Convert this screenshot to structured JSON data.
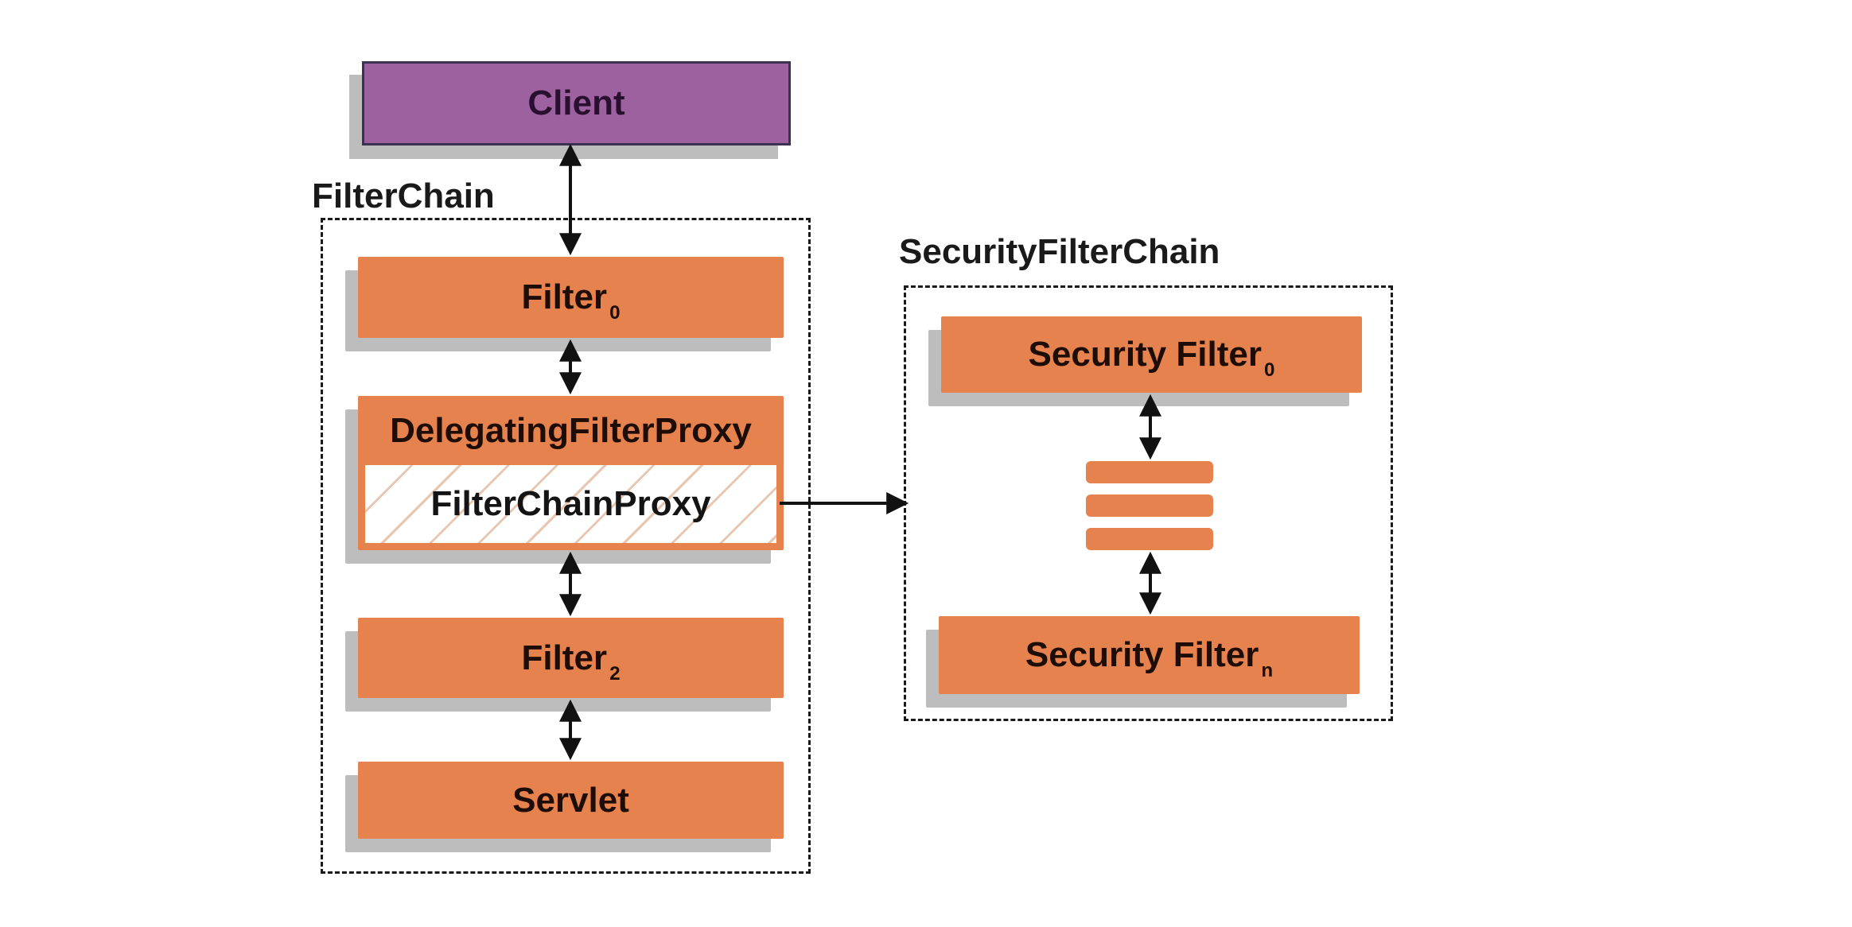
{
  "client": {
    "label": "Client"
  },
  "filter_chain": {
    "title": "FilterChain",
    "nodes": {
      "filter0": {
        "text": "Filter",
        "sub": "0"
      },
      "delegating_filter_proxy": {
        "label": "DelegatingFilterProxy"
      },
      "filter_chain_proxy": {
        "label": "FilterChainProxy"
      },
      "filter2": {
        "text": "Filter",
        "sub": "2"
      },
      "servlet": {
        "label": "Servlet"
      }
    }
  },
  "security_filter_chain": {
    "title": "SecurityFilterChain",
    "nodes": {
      "security_filter0": {
        "text": "Security Filter",
        "sub": "0"
      },
      "ellipsis_bars": {
        "count": 3
      },
      "security_filtern": {
        "text": "Security Filter",
        "sub": "n"
      }
    }
  },
  "connectors": [
    {
      "from": "client",
      "to": "filter0",
      "bidirectional": true
    },
    {
      "from": "filter0",
      "to": "delegating-filter-proxy",
      "bidirectional": true
    },
    {
      "from": "delegating-filter-proxy",
      "to": "filter2",
      "bidirectional": true
    },
    {
      "from": "filter2",
      "to": "servlet",
      "bidirectional": true
    },
    {
      "from": "filter-chain-proxy",
      "to": "security-filter-chain",
      "bidirectional": false
    },
    {
      "from": "security-filter0",
      "to": "ellipsis-bars",
      "bidirectional": true
    },
    {
      "from": "ellipsis-bars",
      "to": "security-filtern",
      "bidirectional": true
    }
  ],
  "colors": {
    "box_orange": "#e5824e",
    "client_purple": "#9e61a0",
    "client_border": "#3a3153",
    "shadow_gray": "#bdbdbd",
    "arrow_black": "#111111",
    "dashed_border": "#1a1a1a",
    "hatch_line": "#d5966e"
  }
}
